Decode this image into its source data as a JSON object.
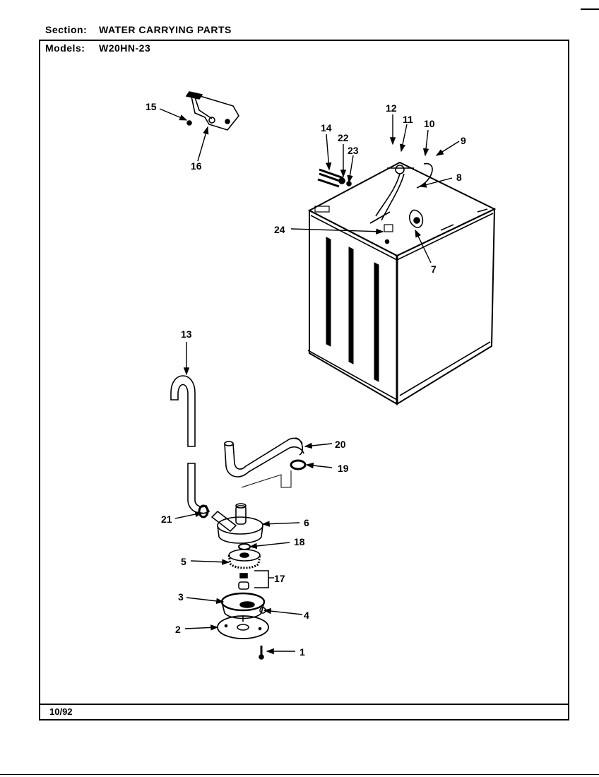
{
  "header": {
    "section_label": "Section:",
    "section_value": "WATER CARRYING PARTS",
    "models_label": "Models:",
    "models_value": "W20HN-23"
  },
  "footer": {
    "date": "10/92"
  },
  "callouts": {
    "c1": "1",
    "c2": "2",
    "c3": "3",
    "c4": "4",
    "c5": "5",
    "c6": "6",
    "c7": "7",
    "c8": "8",
    "c9": "9",
    "c10": "10",
    "c11": "11",
    "c12": "12",
    "c13": "13",
    "c14": "14",
    "c15": "15",
    "c16": "16",
    "c17": "17",
    "c18": "18",
    "c19": "19",
    "c20": "20",
    "c21": "21",
    "c22": "22",
    "c23": "23",
    "c24": "24"
  }
}
